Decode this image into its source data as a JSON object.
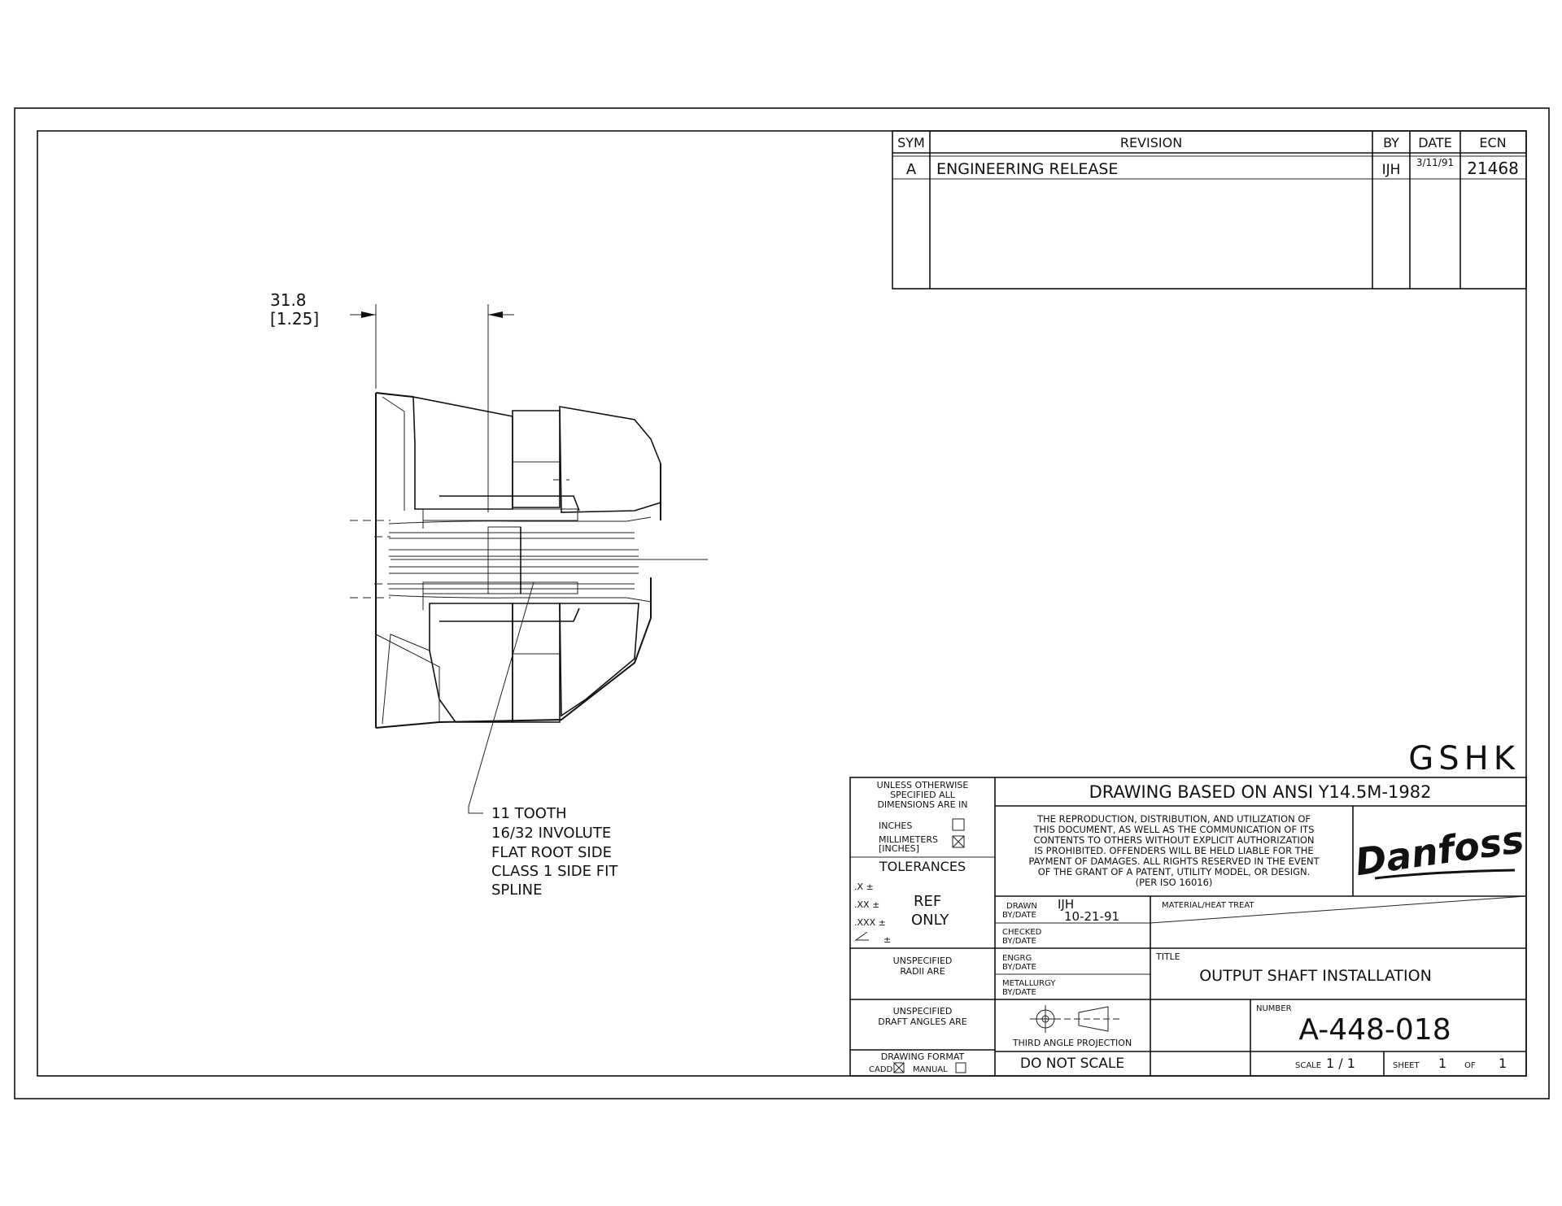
{
  "revision_table": {
    "headers": {
      "sym": "SYM",
      "revision": "REVISION",
      "by": "BY",
      "date": "DATE",
      "ecn": "ECN"
    },
    "rows": [
      {
        "sym": "A",
        "revision": "ENGINEERING RELEASE",
        "by": "IJH",
        "date": "3/11/91",
        "ecn": "21468"
      }
    ]
  },
  "dimension": {
    "mm": "31.8",
    "inch": "[1.25]"
  },
  "callout": [
    "11 TOOTH",
    "16/32 INVOLUTE",
    "FLAT ROOT SIDE",
    "CLASS 1 SIDE FIT",
    "SPLINE"
  ],
  "code": "GSHK",
  "title_block": {
    "units_header": [
      "UNLESS OTHERWISE",
      "SPECIFIED ALL",
      "DIMENSIONS ARE IN"
    ],
    "inches_label": "INCHES",
    "millimeters_label": "MILLIMETERS",
    "inches_bracket_label": "[INCHES]",
    "tolerances_label": "TOLERANCES",
    "tol_x": ".X  ±",
    "tol_xx": ".XX  ±",
    "tol_xxx": ".XXX ±",
    "tol_angle": "±",
    "ref_text": "REF",
    "only_text": "ONLY",
    "radii_label": [
      "UNSPECIFIED",
      "RADII ARE"
    ],
    "draft_label": [
      "UNSPECIFIED",
      "DRAFT ANGLES ARE"
    ],
    "format_label": "DRAWING FORMAT",
    "format_cadd": "CADD",
    "format_manual": "MANUAL",
    "ansi_text": "DRAWING BASED ON ANSI Y14.5M-1982",
    "legal_lines": [
      "THE REPRODUCTION, DISTRIBUTION, AND UTILIZATION OF",
      "THIS DOCUMENT, AS WELL AS THE COMMUNICATION OF ITS",
      "CONTENTS TO OTHERS WITHOUT EXPLICIT AUTHORIZATION",
      "IS PROHIBITED.  OFFENDERS WILL BE HELD LIABLE FOR THE",
      "PAYMENT OF DAMAGES.  ALL RIGHTS RESERVED IN THE EVENT",
      "OF THE GRANT OF A PATENT, UTILITY MODEL, OR DESIGN.",
      "(PER ISO 16016)"
    ],
    "logo": "Danfoss",
    "drawn_label": [
      "DRAWN",
      "BY/DATE"
    ],
    "drawn_by": "IJH",
    "drawn_date": "10-21-91",
    "checked_label": [
      "CHECKED",
      "BY/DATE"
    ],
    "engrg_label": [
      "ENGRG",
      "BY/DATE"
    ],
    "metallurgy_label": [
      "METALLURGY",
      "BY/DATE"
    ],
    "material_label": "MATERIAL/HEAT TREAT",
    "title_label": "TITLE",
    "title": "OUTPUT SHAFT INSTALLATION",
    "number_label": "NUMBER",
    "number": "A-448-018",
    "projection_label": "THIRD ANGLE PROJECTION",
    "do_not_scale": "DO NOT SCALE",
    "scale_label": "SCALE",
    "scale_value": "1 / 1",
    "sheet_label": "SHEET",
    "sheet_value": "1",
    "of_label": "OF",
    "of_value": "1"
  }
}
